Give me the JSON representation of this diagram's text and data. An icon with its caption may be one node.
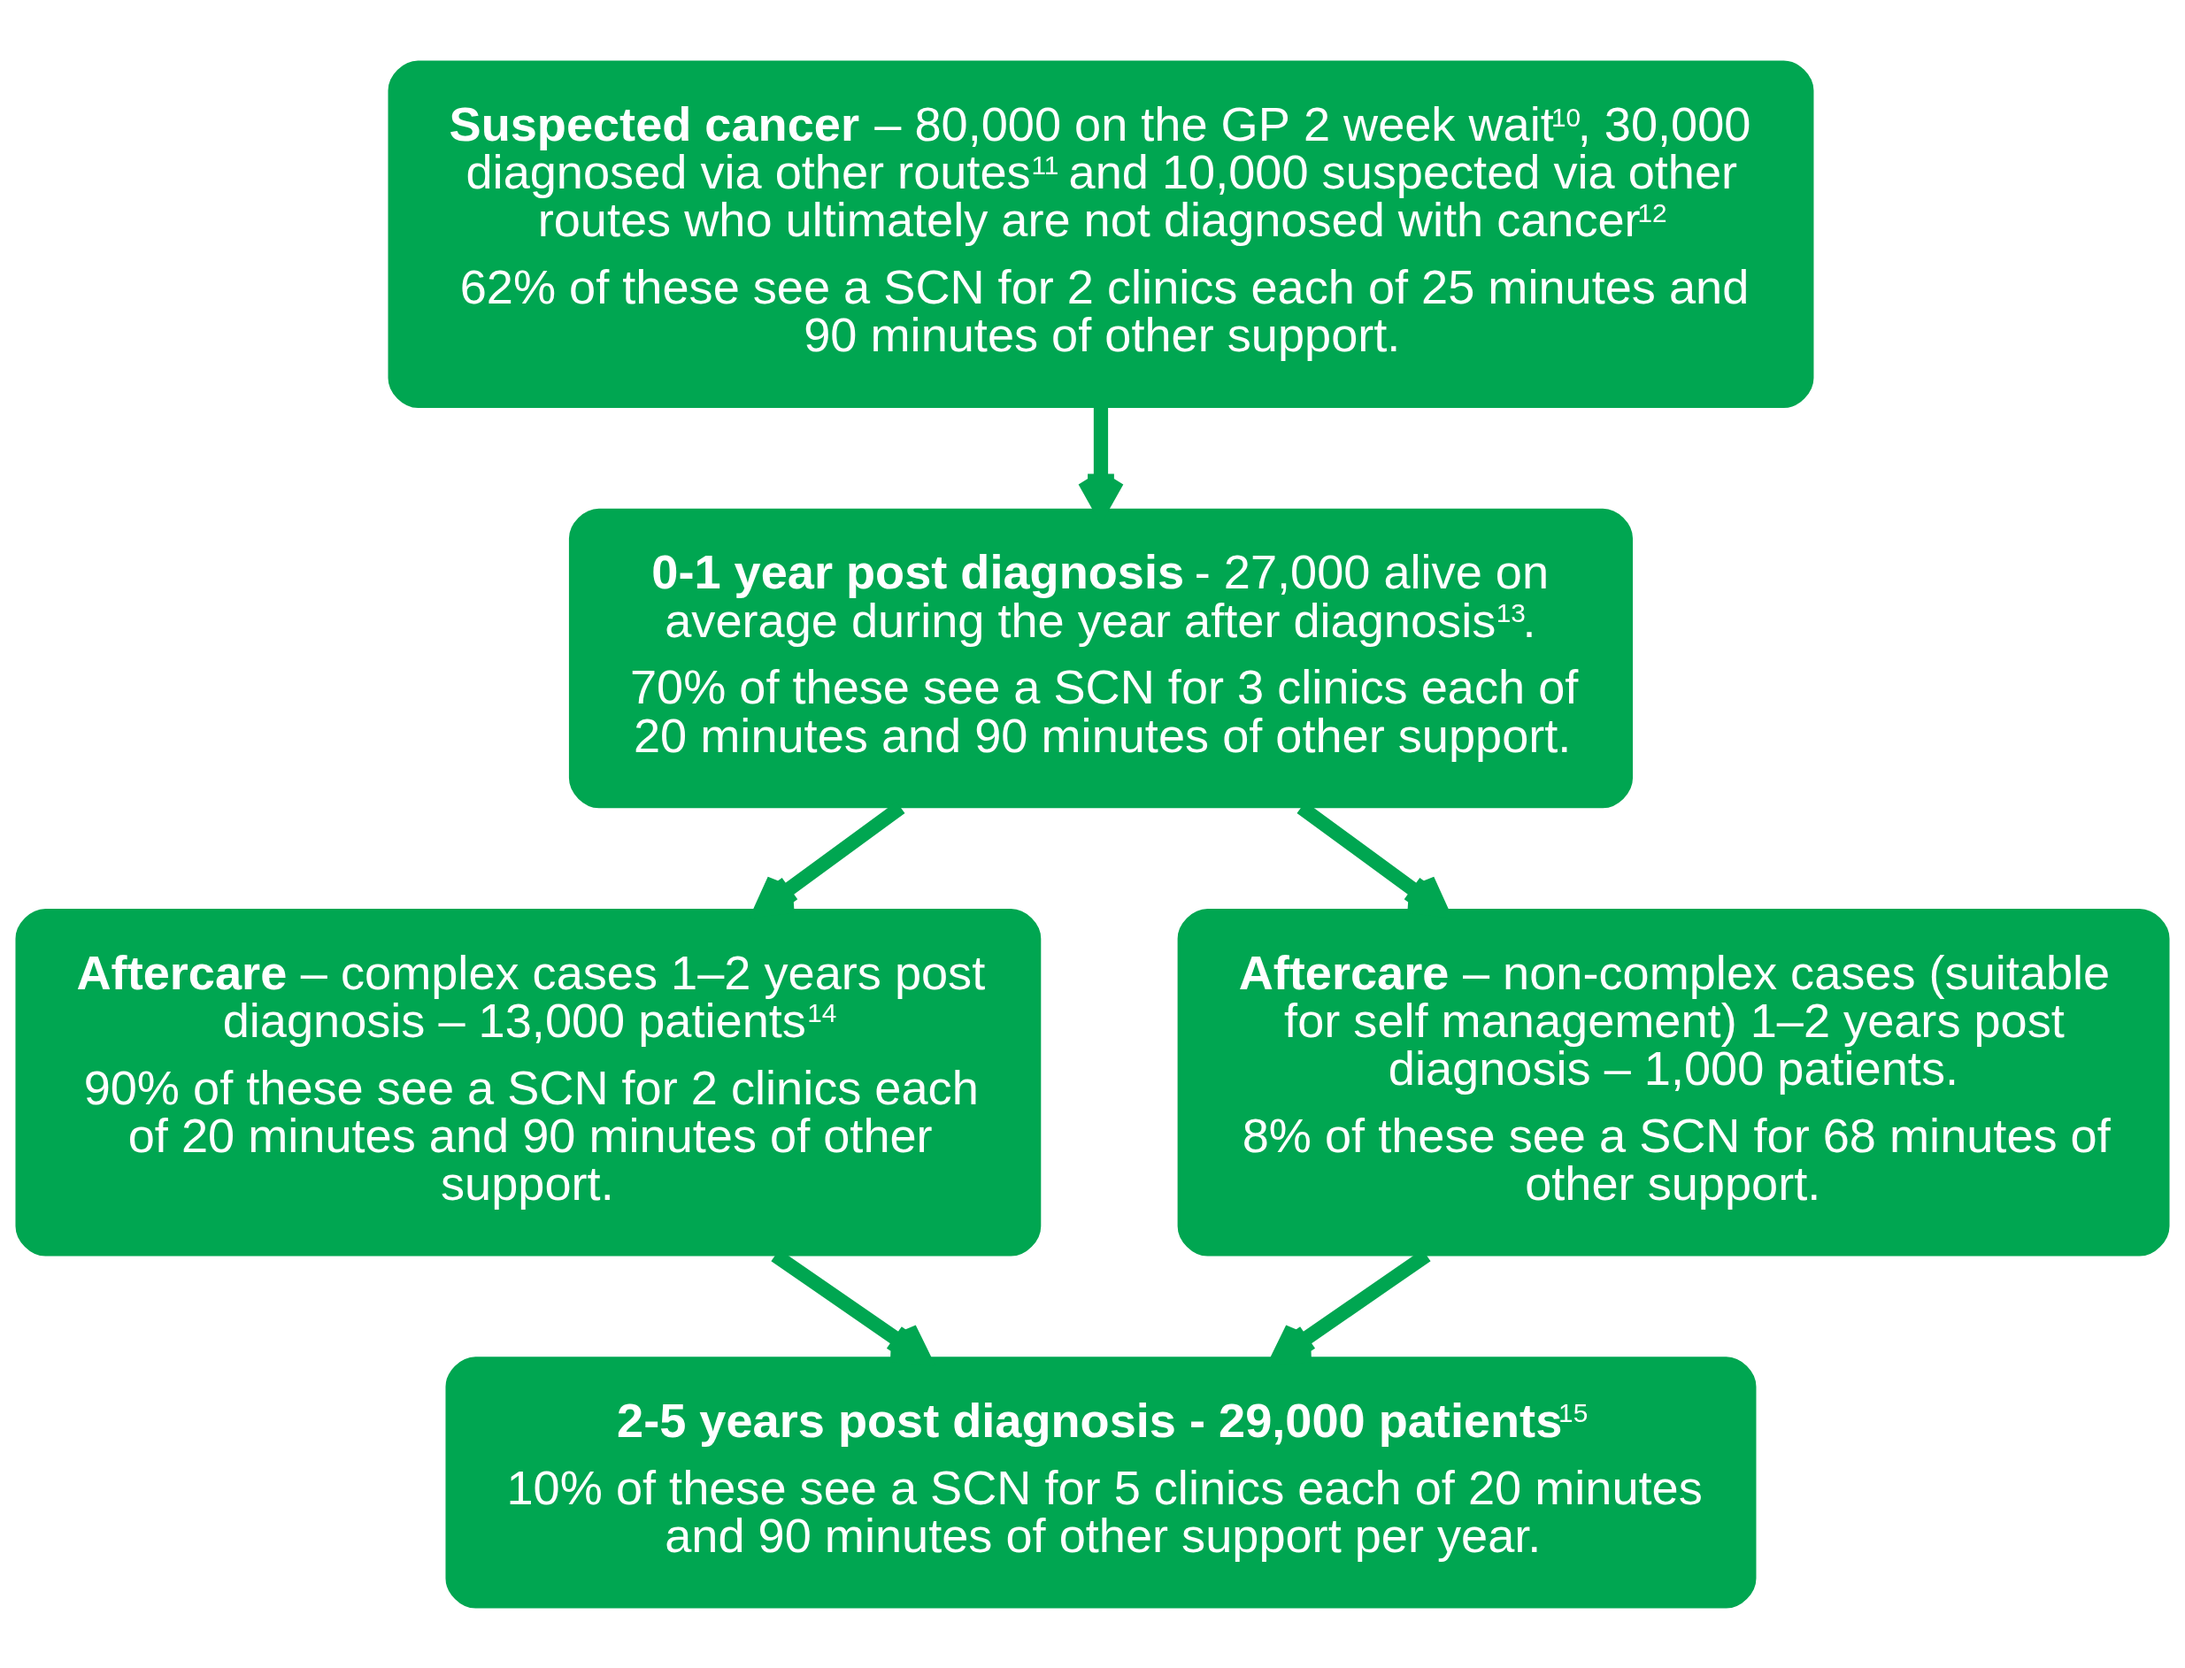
{
  "diagram": {
    "nodes": [
      {
        "text": [
          "**Suspected cancer** – 80,000 on the GP 2 week wait$^{10}$, 30,000 diagnosed via other routes$^{11}$ and 10,000 suspected via other routes who ultimately are not diagnosed with cancer$^{12}$",
          "62% of these see a SCN for 2 clinics each of 25 minutes and 90 minutes of other support."
        ]
      },
      {
        "text": [
          "**0-1 year post diagnosis** - 27,000 alive on average during the year after diagnosis$^{13}$.",
          "70% of these see a SCN for 3 clinics each of 20 minutes and 90 minutes of other support."
        ]
      },
      {
        "text": [
          "**Aftercare** – complex cases 1–2 years post diagnosis – 13,000 patients$^{14}$",
          "90% of these see a SCN for 2 clinics each of 20 minutes and 90 minutes of other support."
        ]
      },
      {
        "text": [
          "**Aftercare** – non-complex cases (suitable for self management) 1–2 years post diagnosis – 1,000 patients.",
          "8% of these see a SCN for 68 minutes of other support."
        ]
      },
      {
        "text": [
          "**2-5 years post diagnosis - 29,000 patients**$^{15}$",
          "10% of these see a SCN for 5 clinics each of 20 minutes and 90 minutes of other support per year."
        ]
      }
    ],
    "edges": [
      {
        "from": 0,
        "to": 1,
        "arrow": "to"
      },
      {
        "from": 1,
        "to": 2,
        "arrow": "to"
      },
      {
        "from": 1,
        "to": 3,
        "arrow": "to"
      },
      {
        "from": 2,
        "to": 4,
        "arrow": "to"
      },
      {
        "from": 3,
        "to": 4,
        "arrow": "to"
      }
    ]
  }
}
